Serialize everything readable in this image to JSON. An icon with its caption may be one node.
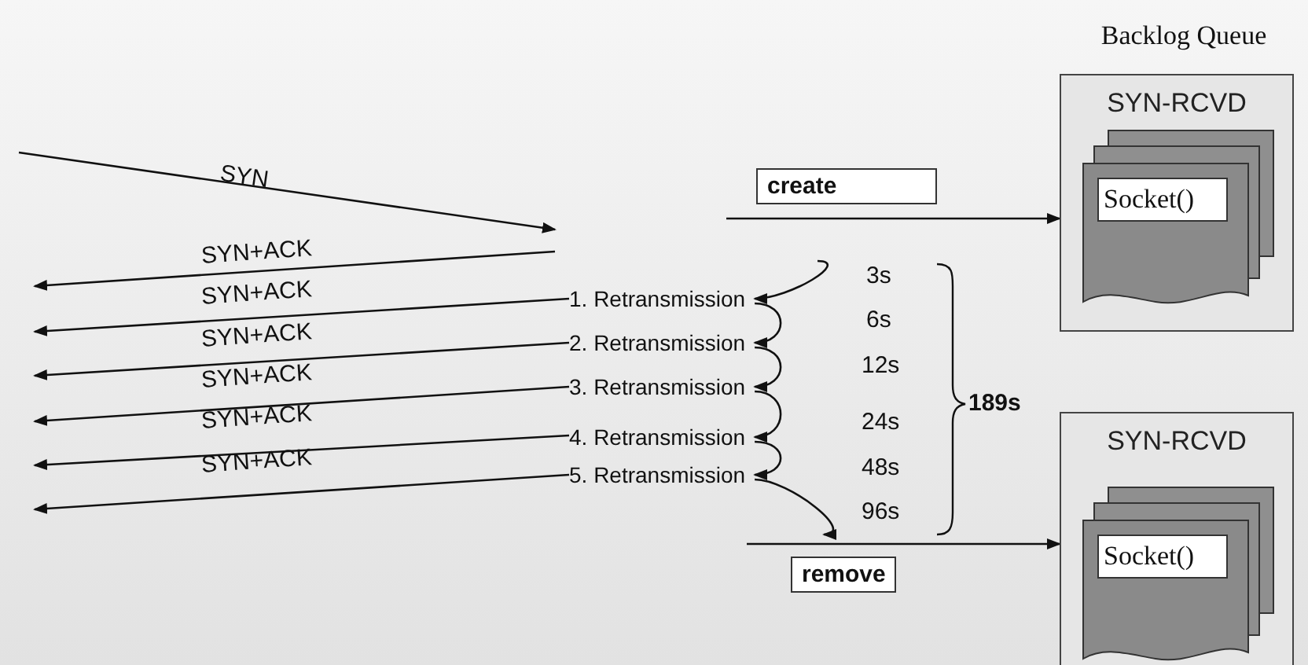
{
  "diagram": {
    "nodes": [
      {
        "text": [
          "SYN-RCVD"
        ]
      },
      {
        "text": [
          "Socket()"
        ],
        "in": 0
      },
      {
        "text": [
          "SYN-RCVD"
        ]
      },
      {
        "text": [
          "Socket()"
        ],
        "in": 2
      },
      {
        "text": [
          "1. Retransmission"
        ]
      },
      {
        "text": [
          "2. Retransmission"
        ]
      },
      {
        "text": [
          "3. Retransmission"
        ]
      },
      {
        "text": [
          "4. Retransmission"
        ]
      },
      {
        "text": [
          "5. Retransmission"
        ]
      }
    ],
    "edges": [
      {
        "from": 4,
        "to": null,
        "arrow": "to",
        "label": "SYN+ACK"
      },
      {
        "from": 5,
        "to": null,
        "arrow": "to",
        "label": "SYN+ACK"
      },
      {
        "from": 6,
        "to": null,
        "arrow": "to",
        "label": "SYN+ACK"
      },
      {
        "from": 7,
        "to": null,
        "arrow": "to",
        "label": "SYN+ACK"
      },
      {
        "from": 8,
        "to": null,
        "arrow": "to",
        "label": "SYN+ACK"
      },
      {
        "from": null,
        "to": 0,
        "arrow": "to",
        "label": "create"
      },
      {
        "from": null,
        "to": 2,
        "arrow": "to",
        "label": "remove"
      },
      {
        "from": null,
        "to": 4,
        "arrow": "to",
        "label": "3s"
      },
      {
        "from": 4,
        "to": 5,
        "arrow": "to",
        "label": "6s"
      },
      {
        "from": 5,
        "to": 6,
        "arrow": "to",
        "label": "12s"
      },
      {
        "from": 6,
        "to": 7,
        "arrow": "to",
        "label": "24s"
      },
      {
        "from": 7,
        "to": 8,
        "arrow": "to",
        "label": "48s"
      },
      {
        "from": 8,
        "to": null,
        "arrow": "to",
        "label": "96s"
      }
    ],
    "labels": [
      "SYN",
      "SYN+ACK",
      "Backlog Queue",
      "189s"
    ]
  }
}
